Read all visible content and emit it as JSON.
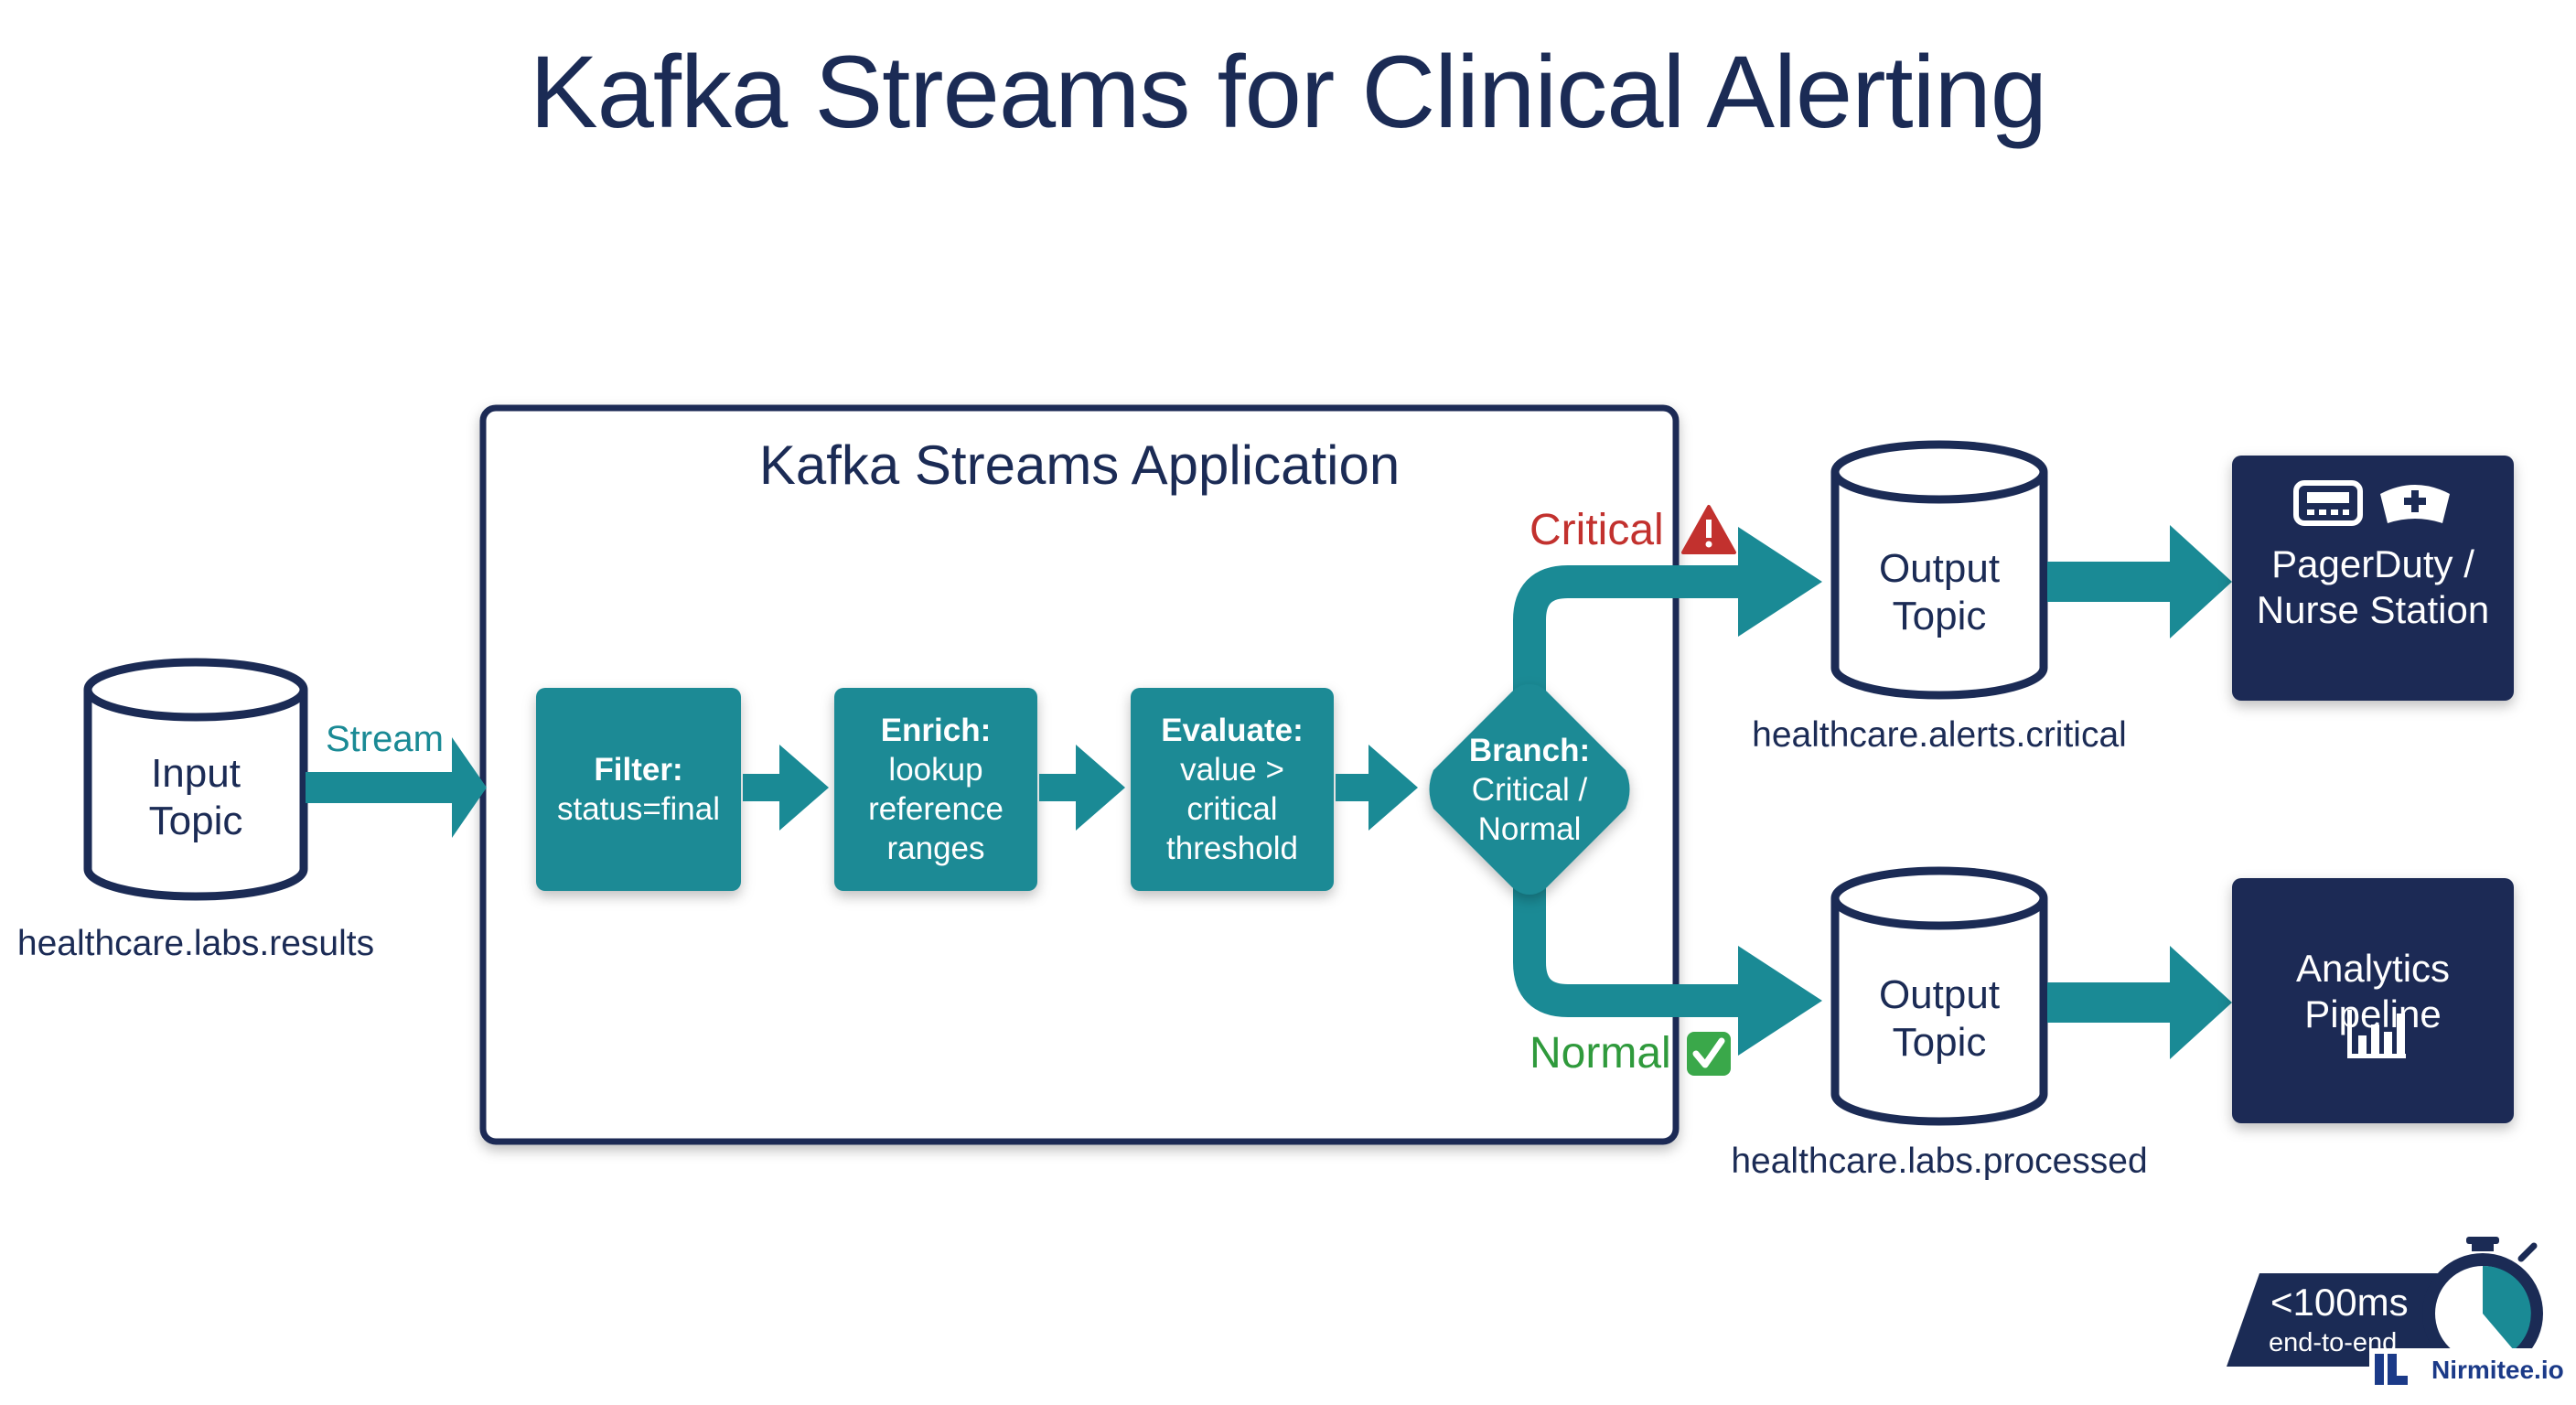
{
  "title": "Kafka Streams for Clinical Alerting",
  "app": {
    "title": "Kafka Streams Application"
  },
  "input": {
    "label_line1": "Input",
    "label_line2": "Topic",
    "topic": "healthcare.labs.results",
    "arrow_label": "Stream"
  },
  "steps": {
    "filter": {
      "title": "Filter:",
      "line1": "status=final"
    },
    "enrich": {
      "title": "Enrich:",
      "line1": "lookup",
      "line2": "reference",
      "line3": "ranges"
    },
    "evaluate": {
      "title": "Evaluate:",
      "line1": "value >",
      "line2": "critical",
      "line3": "threshold"
    },
    "branch": {
      "title": "Branch:",
      "line1": "Critical /",
      "line2": "Normal"
    }
  },
  "branches": {
    "critical": "Critical",
    "normal": "Normal"
  },
  "outputs": {
    "critical": {
      "label_line1": "Output",
      "label_line2": "Topic",
      "topic": "healthcare.alerts.critical"
    },
    "normal": {
      "label_line1": "Output",
      "label_line2": "Topic",
      "topic": "healthcare.labs.processed"
    }
  },
  "sinks": {
    "pager": {
      "line1": "PagerDuty /",
      "line2": "Nurse Station"
    },
    "analytics": {
      "line1": "Analytics",
      "line2": "Pipeline"
    }
  },
  "latency": {
    "value": "<100ms",
    "sub": "end-to-end"
  },
  "brand": "Nirmitee.io",
  "icons": {
    "pager": "pager-icon",
    "nurse_cap": "nurse-cap-icon",
    "chart": "bar-chart-icon",
    "warning": "warning-icon",
    "check": "check-icon",
    "stopwatch": "stopwatch-icon",
    "logo": "nirmitee-logo-icon"
  },
  "colors": {
    "navy": "#1b2b55",
    "teal": "#1a8a95",
    "critical": "#c2312e",
    "normal": "#2f9a3c"
  }
}
